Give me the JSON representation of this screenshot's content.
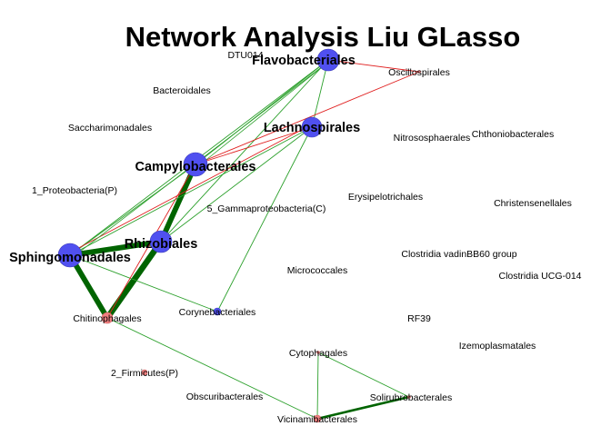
{
  "title": "Network Analysis Liu GLasso",
  "colors": {
    "hub_node": "#5050f0",
    "small_node": "#f08080",
    "positive_edge": "#2ca02c",
    "strong_positive_edge": "#006400",
    "negative_edge": "#e02020"
  },
  "nodes": [
    {
      "id": "flavobacteriales",
      "label": "Flavobacteriales"
    },
    {
      "id": "lachnospirales",
      "label": "Lachnospirales"
    },
    {
      "id": "campylobacterales",
      "label": "Campylobacterales"
    },
    {
      "id": "rhizobiales",
      "label": "Rhizobiales"
    },
    {
      "id": "sphingomonadales",
      "label": "Sphingomonadales"
    },
    {
      "id": "chitinophagales",
      "label": "Chitinophagales"
    },
    {
      "id": "corynebacteriales",
      "label": "Corynebacteriales"
    },
    {
      "id": "oscillospirales",
      "label": "Oscillospirales"
    },
    {
      "id": "vicinamibacterales",
      "label": "Vicinamibacterales"
    },
    {
      "id": "cytophagales",
      "label": "Cytophagales"
    },
    {
      "id": "solirubrobacterales",
      "label": "Solirubrobacterales"
    },
    {
      "id": "firmicutes",
      "label": "2_Firmicutes(P)"
    },
    {
      "id": "dtu014",
      "label": "DTU014"
    },
    {
      "id": "bacteroidales",
      "label": "Bacteroidales"
    },
    {
      "id": "saccharimonadales",
      "label": "Saccharimonadales"
    },
    {
      "id": "proteobacteria",
      "label": "1_Proteobacteria(P)"
    },
    {
      "id": "gammaproteobacteria",
      "label": "5_Gammaproteobacteria(C)"
    },
    {
      "id": "nitrososphaerales",
      "label": "Nitrososphaerales"
    },
    {
      "id": "chthoniobacterales",
      "label": "Chthoniobacterales"
    },
    {
      "id": "erysipelotrichales",
      "label": "Erysipelotrichales"
    },
    {
      "id": "christensenellales",
      "label": "Christensenellales"
    },
    {
      "id": "clostridia_vadin",
      "label": "Clostridia vadinBB60 group"
    },
    {
      "id": "clostridia_ucg",
      "label": "Clostridia UCG-014"
    },
    {
      "id": "micrococcales",
      "label": "Micrococcales"
    },
    {
      "id": "rf39",
      "label": "RF39"
    },
    {
      "id": "izemoplasmatales",
      "label": "Izemoplasmatales"
    },
    {
      "id": "obscuribacterales",
      "label": "Obscuribacterales"
    }
  ],
  "edges": [
    {
      "from": "rhizobiales",
      "to": "chitinophagales",
      "sign": "positive",
      "weight": 5
    },
    {
      "from": "campylobacterales",
      "to": "rhizobiales",
      "sign": "positive",
      "weight": 4.5
    },
    {
      "from": "sphingomonadales",
      "to": "rhizobiales",
      "sign": "positive",
      "weight": 4.5
    },
    {
      "from": "sphingomonadales",
      "to": "chitinophagales",
      "sign": "positive",
      "weight": 4.5
    },
    {
      "from": "vicinamibacterales",
      "to": "solirubrobacterales",
      "sign": "positive",
      "weight": 2
    },
    {
      "from": "flavobacteriales",
      "to": "sphingomonadales",
      "sign": "positive",
      "weight": 1
    },
    {
      "from": "flavobacteriales",
      "to": "campylobacterales",
      "sign": "positive",
      "weight": 1
    },
    {
      "from": "flavobacteriales",
      "to": "rhizobiales",
      "sign": "positive",
      "weight": 1
    },
    {
      "from": "flavobacteriales",
      "to": "lachnospirales",
      "sign": "positive",
      "weight": 1
    },
    {
      "from": "lachnospirales",
      "to": "sphingomonadales",
      "sign": "positive",
      "weight": 1
    },
    {
      "from": "lachnospirales",
      "to": "rhizobiales",
      "sign": "positive",
      "weight": 1
    },
    {
      "from": "lachnospirales",
      "to": "corynebacteriales",
      "sign": "positive",
      "weight": 1
    },
    {
      "from": "campylobacterales",
      "to": "sphingomonadales",
      "sign": "positive",
      "weight": 1
    },
    {
      "from": "sphingomonadales",
      "to": "corynebacteriales",
      "sign": "positive",
      "weight": 1
    },
    {
      "from": "chitinophagales",
      "to": "vicinamibacterales",
      "sign": "positive",
      "weight": 1
    },
    {
      "from": "cytophagales",
      "to": "vicinamibacterales",
      "sign": "positive",
      "weight": 1
    },
    {
      "from": "cytophagales",
      "to": "solirubrobacterales",
      "sign": "positive",
      "weight": 1
    },
    {
      "from": "oscillospirales",
      "to": "campylobacterales",
      "sign": "negative",
      "weight": 1
    },
    {
      "from": "flavobacteriales",
      "to": "oscillospirales",
      "sign": "negative",
      "weight": 1
    },
    {
      "from": "lachnospirales",
      "to": "sphingomonadales",
      "sign": "negative",
      "weight": 1
    },
    {
      "from": "lachnospirales",
      "to": "campylobacterales",
      "sign": "negative",
      "weight": 1
    },
    {
      "from": "campylobacterales",
      "to": "chitinophagales",
      "sign": "negative",
      "weight": 1
    }
  ]
}
